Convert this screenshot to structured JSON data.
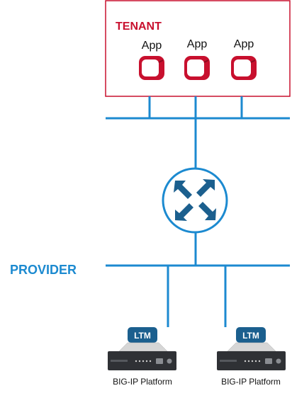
{
  "tenant": {
    "title": "TENANT",
    "apps": [
      {
        "label": "App"
      },
      {
        "label": "App"
      },
      {
        "label": "App"
      }
    ]
  },
  "provider": {
    "title": "PROVIDER"
  },
  "router": {
    "icon": "router-icon"
  },
  "devices": [
    {
      "badge": "LTM",
      "label": "BIG-IP Platform"
    },
    {
      "badge": "LTM",
      "label": "BIG-IP Platform"
    }
  ],
  "colors": {
    "tenant_red": "#c8102e",
    "network_blue": "#1c8ad0",
    "dark_blue": "#1b5f8e",
    "device_dark": "#2f3135"
  }
}
